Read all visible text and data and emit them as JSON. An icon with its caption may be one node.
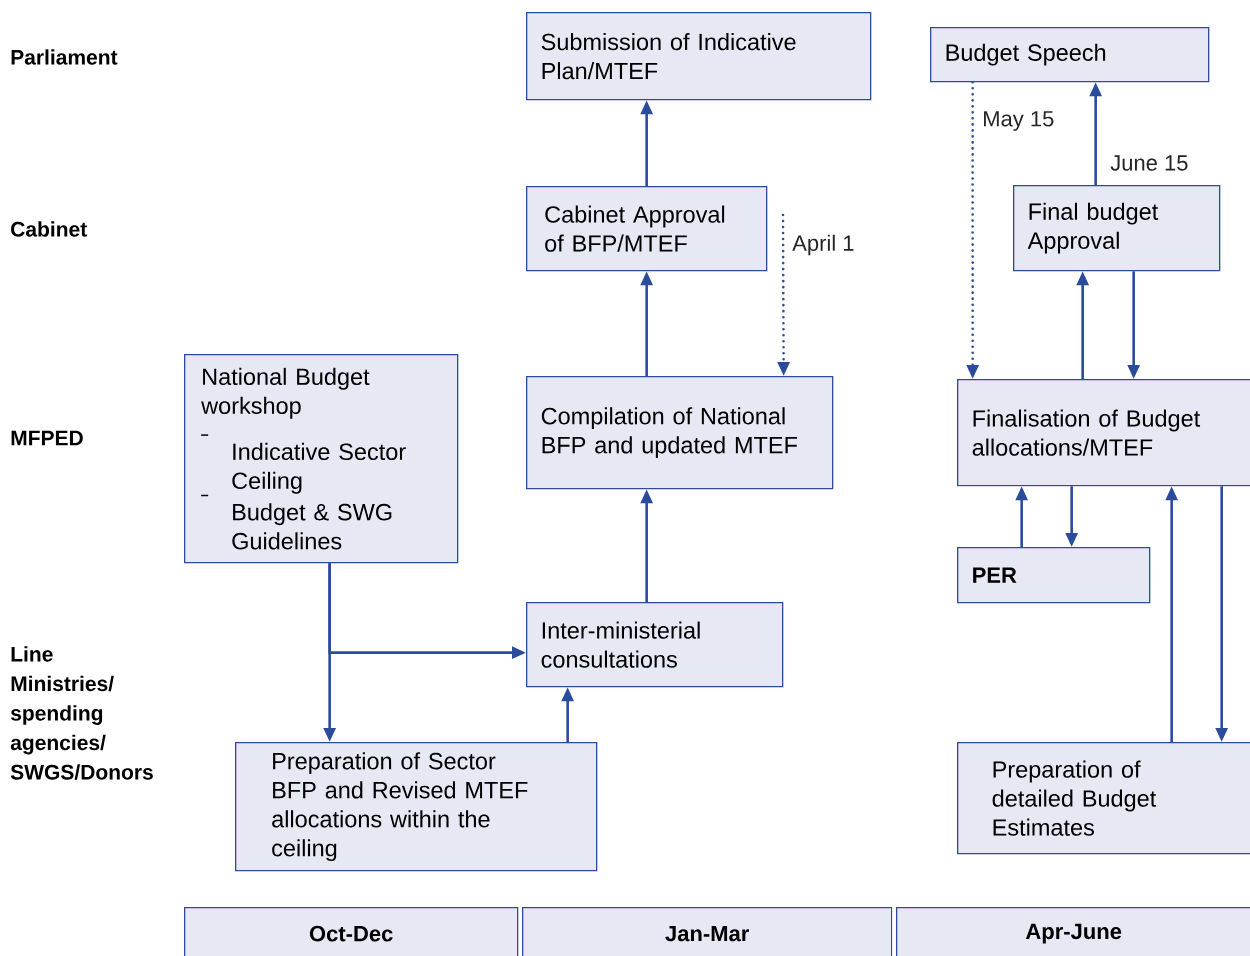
{
  "diagram": {
    "nodes": [
      {
        "text": [
          "Submission of Indicative Plan/MTEF"
        ]
      },
      {
        "text": [
          "Budget Speech"
        ]
      },
      {
        "text": [
          "Cabinet Approval of BFP/MTEF"
        ]
      },
      {
        "text": [
          "Final budget Approval"
        ]
      },
      {
        "text": [
          "National Budget workshop",
          "Indicative Sector Ceiling",
          "Budget & SWG Guidelines"
        ]
      },
      {
        "text": [
          "Compilation of National BFP and updated MTEF"
        ]
      },
      {
        "text": [
          "Finalisation of Budget allocations/MTEF"
        ]
      },
      {
        "text": [
          "PER"
        ]
      },
      {
        "text": [
          "Inter-ministerial consultations"
        ]
      },
      {
        "text": [
          "Preparation of Sector BFP and Revised MTEF allocations within the ceiling"
        ]
      },
      {
        "text": [
          "Preparation of detailed Budget Estimates"
        ]
      },
      {
        "text": [
          "Oct-Dec"
        ]
      },
      {
        "text": [
          "Jan-Mar"
        ]
      },
      {
        "text": [
          "Apr-June"
        ]
      }
    ],
    "edges": [
      {
        "from": 2,
        "to": 0,
        "arrow": "to"
      },
      {
        "from": 5,
        "to": 2,
        "arrow": "to"
      },
      {
        "from": null,
        "to": 5,
        "arrow": "to",
        "label": "April 1",
        "style": "dashed"
      },
      {
        "from": 1,
        "to": 6,
        "arrow": "to",
        "label": "May 15",
        "style": "dashed"
      },
      {
        "from": 3,
        "to": 1,
        "arrow": "to",
        "label": "June 15"
      },
      {
        "from": 6,
        "to": 3,
        "arrow": "to"
      },
      {
        "from": 3,
        "to": 6,
        "arrow": "to"
      },
      {
        "from": 7,
        "to": 6,
        "arrow": "to"
      },
      {
        "from": 6,
        "to": 7,
        "arrow": "to"
      },
      {
        "from": 10,
        "to": 6,
        "arrow": "to"
      },
      {
        "from": 6,
        "to": 10,
        "arrow": "to"
      },
      {
        "from": 8,
        "to": 5,
        "arrow": "to"
      },
      {
        "from": 4,
        "to": 9,
        "arrow": "to"
      },
      {
        "from": 4,
        "to": 8,
        "arrow": "to"
      },
      {
        "from": 9,
        "to": 8,
        "arrow": "to"
      }
    ],
    "labels": [
      "Parliament",
      "Cabinet",
      "MFPED",
      "Line Ministries/ spending agencies/ SWGS/Donors"
    ]
  }
}
